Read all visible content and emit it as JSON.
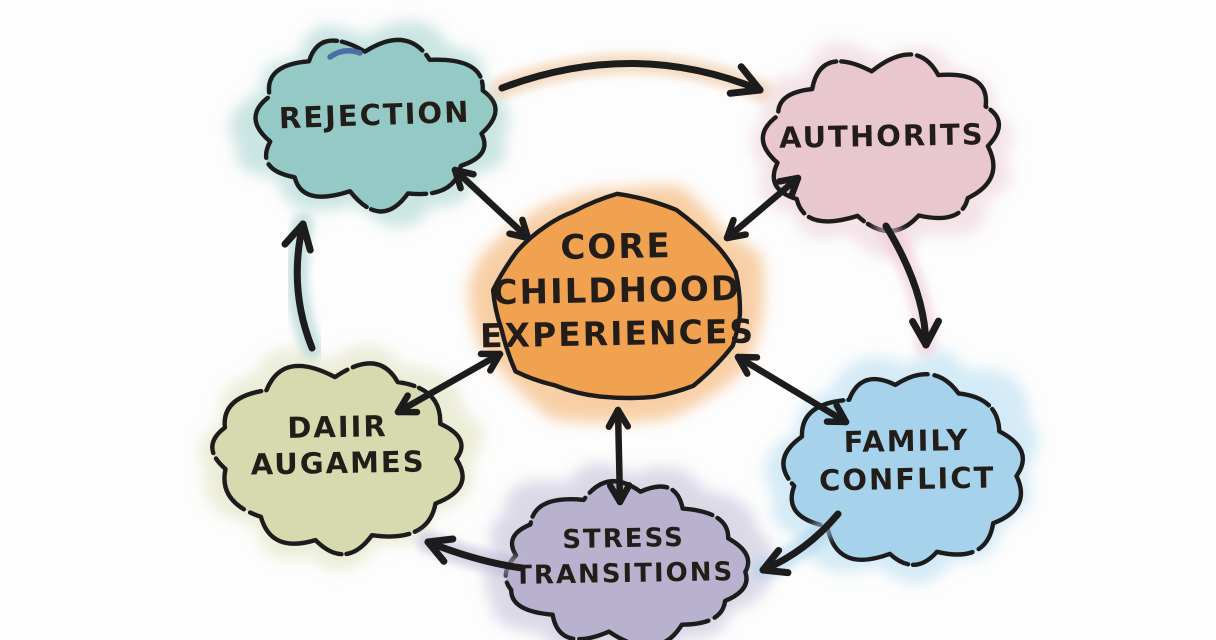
{
  "diagram": {
    "background": "#fdfdfd",
    "ink_color": "#1c1c1c",
    "accent_ink": "#4a6fa5",
    "center": {
      "id": "core-childhood-experiences",
      "label": "CORE CHILDHOOD EXPERIENCES",
      "lines": [
        "CORE",
        "CHILDHOOD",
        "EXPERIENCES"
      ],
      "fill": "#f1a250",
      "glow": "#f3ab61"
    },
    "nodes": [
      {
        "id": "rejection",
        "label": "REJECTION",
        "lines": [
          "REJECTION"
        ],
        "fill": "#94c9c6",
        "glow": "#a3d2ce"
      },
      {
        "id": "authorits",
        "label": "AUTHORITS",
        "lines": [
          "AUTHORITS"
        ],
        "fill": "#e9c7cf",
        "glow": "#eccfd6"
      },
      {
        "id": "family-conflict",
        "label": "FAMILY CONFLICT",
        "lines": [
          "FAMILY",
          "CONFLICT"
        ],
        "fill": "#a6d3eb",
        "glow": "#b3dcf1"
      },
      {
        "id": "stress-transitions",
        "label": "STRESS TRANSITIONS",
        "lines": [
          "STRESS",
          "TRANSITIONS"
        ],
        "fill": "#b9b2ce",
        "glow": "#c2bcd6"
      },
      {
        "id": "daiir-augames",
        "label": "DAIIR AUGAMES",
        "lines": [
          "DAIIR",
          "AUGAMES"
        ],
        "fill": "#d7d9ae",
        "glow": "#dee0bb"
      }
    ],
    "cycle_arrows": [
      {
        "id": "rejection-to-authorits",
        "glow": "#f0c49c"
      },
      {
        "id": "authorits-to-family-conflict",
        "glow": "#ecc8d2"
      },
      {
        "id": "family-conflict-to-stress-transitions",
        "glow": "#a9d3ea"
      },
      {
        "id": "stress-transitions-to-daiir-augames",
        "glow": "#bab3d0"
      },
      {
        "id": "daiir-augames-to-rejection",
        "glow": "#9fcdca"
      }
    ],
    "connectors": [
      {
        "id": "center-rejection"
      },
      {
        "id": "center-authorits"
      },
      {
        "id": "center-daiir-augames"
      },
      {
        "id": "center-family-conflict"
      },
      {
        "id": "center-stress-transitions"
      }
    ]
  }
}
